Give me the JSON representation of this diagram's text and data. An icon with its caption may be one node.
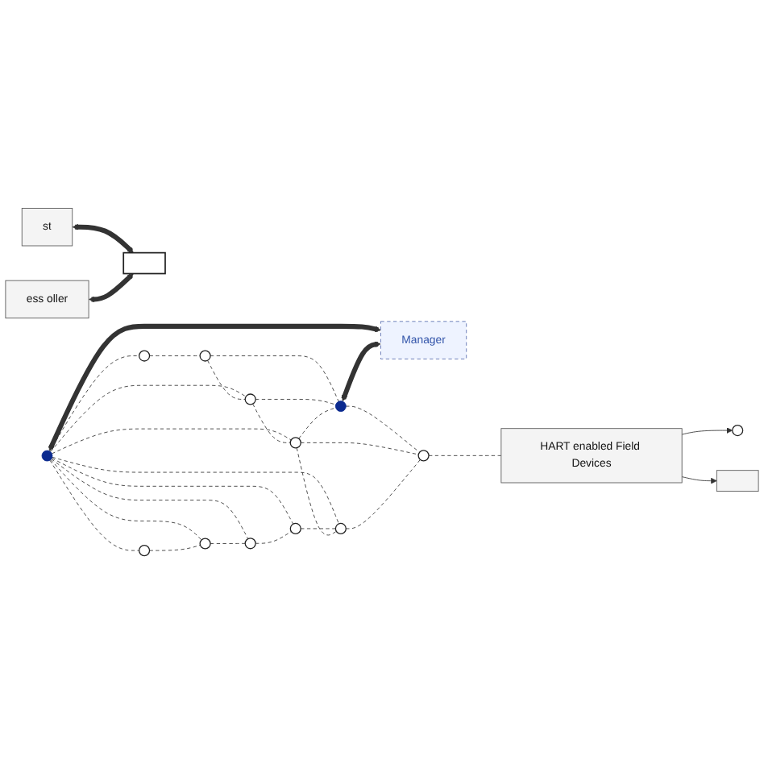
{
  "diagram": {
    "nodes": [
      {
        "text": [
          "st"
        ]
      },
      {
        "text": [],
        "shape": "bar"
      },
      {
        "text": [
          "Manager"
        ]
      },
      {
        "text": [
          "ess oller"
        ]
      },
      {
        "text": [],
        "shape": "circle"
      },
      {
        "text": [],
        "shape": "circle"
      },
      {
        "text": [],
        "shape": "circle"
      },
      {
        "text": [],
        "shape": "circle"
      },
      {
        "text": [],
        "shape": "circle"
      },
      {
        "text": [],
        "shape": "circle"
      },
      {
        "text": [],
        "shape": "circle"
      },
      {
        "text": [],
        "shape": "circle"
      },
      {
        "text": [],
        "shape": "circle"
      },
      {
        "text": [],
        "shape": "circle"
      },
      {
        "text": [],
        "shape": "circle"
      },
      {
        "text": [],
        "shape": "circle"
      },
      {
        "text": [
          "HART enabled Field Devices"
        ]
      },
      {
        "text": [],
        "shape": "circle"
      },
      {
        "text": [],
        "shape": "box"
      }
    ],
    "edges": [
      {
        "from": 0,
        "to": 1,
        "arrow": "both",
        "style": "thick"
      },
      {
        "from": 3,
        "to": 1,
        "arrow": "both",
        "style": "thick"
      },
      {
        "from": 4,
        "to": 2,
        "arrow": "both",
        "style": "thick"
      },
      {
        "from": 5,
        "to": 2,
        "arrow": "both",
        "style": "thick"
      },
      {
        "from": 4,
        "to": 6,
        "arrow": "none",
        "style": "dashed"
      },
      {
        "from": 4,
        "to": 7,
        "arrow": "none",
        "style": "dashed"
      },
      {
        "from": 4,
        "to": 8,
        "arrow": "none",
        "style": "dashed"
      },
      {
        "from": 4,
        "to": 11,
        "arrow": "none",
        "style": "dashed"
      },
      {
        "from": 4,
        "to": 13,
        "arrow": "none",
        "style": "dashed"
      },
      {
        "from": 4,
        "to": 9,
        "arrow": "none",
        "style": "dashed"
      },
      {
        "from": 4,
        "to": 10,
        "arrow": "none",
        "style": "dashed"
      },
      {
        "from": 4,
        "to": 12,
        "arrow": "none",
        "style": "dashed"
      },
      {
        "from": 6,
        "to": 7,
        "arrow": "none",
        "style": "dashed"
      },
      {
        "from": 7,
        "to": 8,
        "arrow": "none",
        "style": "dashed"
      },
      {
        "from": 8,
        "to": 11,
        "arrow": "none",
        "style": "dashed"
      },
      {
        "from": 9,
        "to": 6,
        "arrow": "none",
        "style": "dashed"
      },
      {
        "from": 10,
        "to": 15,
        "arrow": "none",
        "style": "dashed"
      },
      {
        "from": 15,
        "to": 12,
        "arrow": "none",
        "style": "dashed"
      },
      {
        "from": 15,
        "to": 5,
        "arrow": "none",
        "style": "dashed"
      },
      {
        "from": 12,
        "to": 5,
        "arrow": "none",
        "style": "dashed"
      },
      {
        "from": 13,
        "to": 5,
        "arrow": "none",
        "style": "dashed"
      },
      {
        "from": 5,
        "to": 14,
        "arrow": "none",
        "style": "dashed"
      },
      {
        "from": 13,
        "to": 14,
        "arrow": "none",
        "style": "dashed"
      },
      {
        "from": 11,
        "to": 14,
        "arrow": "none",
        "style": "dashed"
      },
      {
        "from": 14,
        "to": 16,
        "arrow": "none",
        "style": "dashed"
      },
      {
        "from": 12,
        "to": 13,
        "arrow": "none",
        "style": "dashed"
      },
      {
        "from": 13,
        "to": 11,
        "arrow": "none",
        "style": "dashed"
      },
      {
        "from": 16,
        "to": 17,
        "arrow": "to"
      },
      {
        "from": 16,
        "to": 18,
        "arrow": "to"
      }
    ]
  }
}
